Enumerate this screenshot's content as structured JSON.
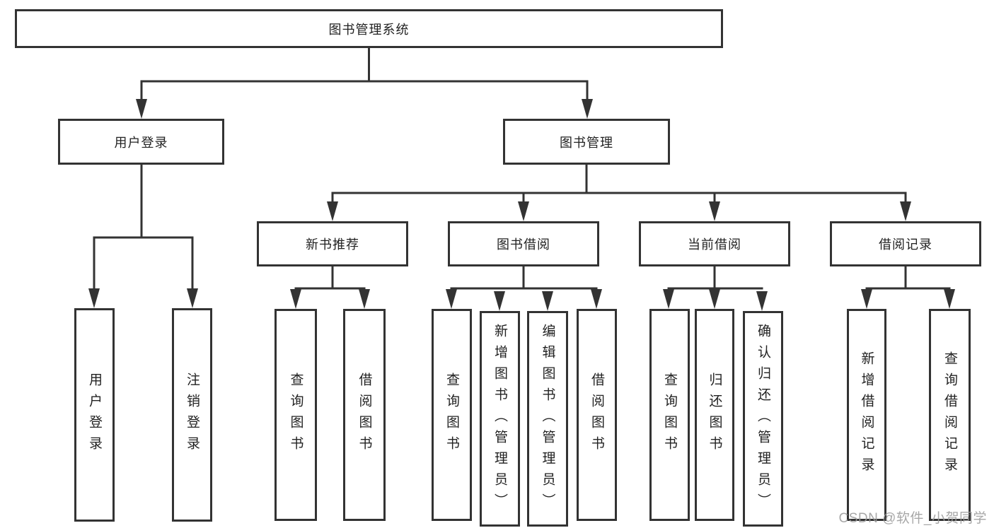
{
  "colors": {
    "line": "#333333",
    "text": "#222222",
    "watermark": "#9b9b9b",
    "background": "#ffffff"
  },
  "tree": {
    "root": {
      "label": "图书管理系统"
    },
    "branches": [
      {
        "label": "用户登录",
        "children": [
          {
            "label": "用户登录"
          },
          {
            "label": "注销登录"
          }
        ]
      },
      {
        "label": "图书管理",
        "children": [
          {
            "label": "新书推荐",
            "children": [
              {
                "label": "查询图书"
              },
              {
                "label": "借阅图书"
              }
            ]
          },
          {
            "label": "图书借阅",
            "children": [
              {
                "label": "查询图书"
              },
              {
                "label": "新增图书（管理员）"
              },
              {
                "label": "编辑图书（管理员）"
              },
              {
                "label": "借阅图书"
              }
            ]
          },
          {
            "label": "当前借阅",
            "children": [
              {
                "label": "查询图书"
              },
              {
                "label": "归还图书"
              },
              {
                "label": "确认归还（管理员）"
              }
            ]
          },
          {
            "label": "借阅记录",
            "children": [
              {
                "label": "新增借阅记录"
              },
              {
                "label": "查询借阅记录"
              }
            ]
          }
        ]
      }
    ]
  },
  "watermark": {
    "text": "CSDN @软件_小贺同学"
  }
}
